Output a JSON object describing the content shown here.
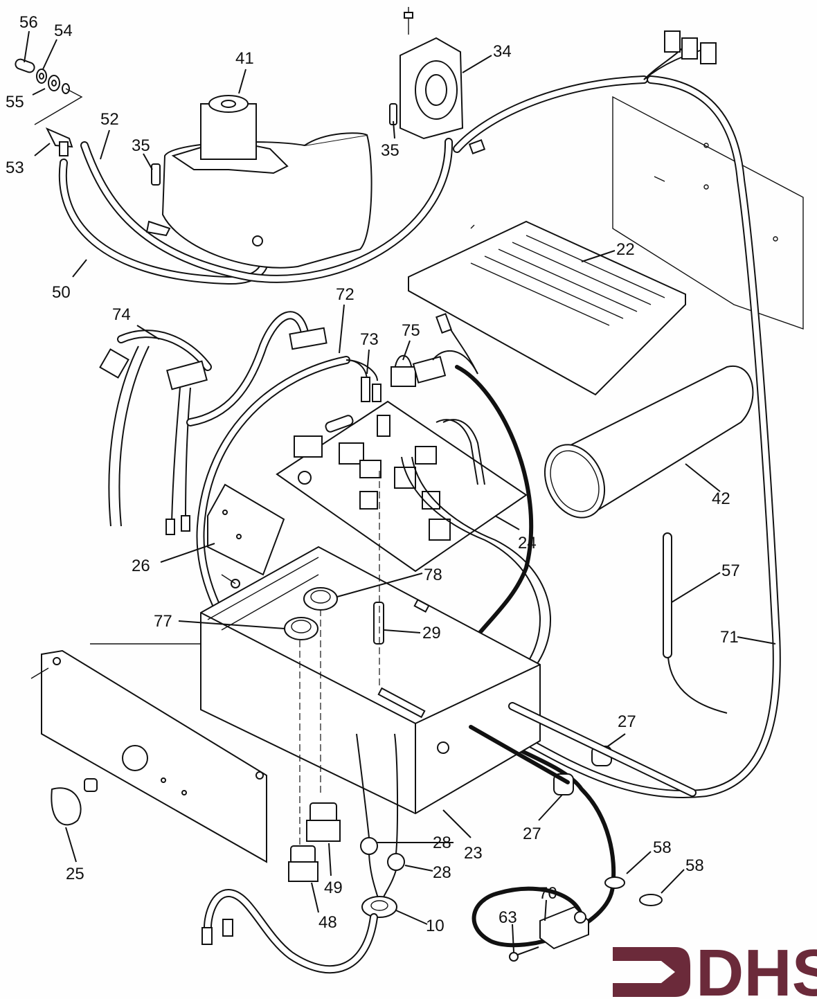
{
  "diagram": {
    "type": "exploded-parts-diagram",
    "brand": {
      "logo_text": "DHS",
      "color": "#6b2a3a"
    },
    "callouts": [
      {
        "id": "56",
        "label": "56"
      },
      {
        "id": "54",
        "label": "54"
      },
      {
        "id": "55",
        "label": "55"
      },
      {
        "id": "52",
        "label": "52"
      },
      {
        "id": "53",
        "label": "53"
      },
      {
        "id": "41",
        "label": "41"
      },
      {
        "id": "35a",
        "label": "35"
      },
      {
        "id": "35b",
        "label": "35"
      },
      {
        "id": "34",
        "label": "34"
      },
      {
        "id": "50",
        "label": "50"
      },
      {
        "id": "22",
        "label": "22"
      },
      {
        "id": "74",
        "label": "74"
      },
      {
        "id": "72",
        "label": "72"
      },
      {
        "id": "73",
        "label": "73"
      },
      {
        "id": "75",
        "label": "75"
      },
      {
        "id": "42",
        "label": "42"
      },
      {
        "id": "24",
        "label": "24"
      },
      {
        "id": "26",
        "label": "26"
      },
      {
        "id": "78",
        "label": "78"
      },
      {
        "id": "57",
        "label": "57"
      },
      {
        "id": "77",
        "label": "77"
      },
      {
        "id": "29",
        "label": "29"
      },
      {
        "id": "71",
        "label": "71"
      },
      {
        "id": "27a",
        "label": "27"
      },
      {
        "id": "27b",
        "label": "27"
      },
      {
        "id": "25",
        "label": "25"
      },
      {
        "id": "23",
        "label": "23"
      },
      {
        "id": "28a",
        "label": "28"
      },
      {
        "id": "28b",
        "label": "28"
      },
      {
        "id": "49",
        "label": "49"
      },
      {
        "id": "58a",
        "label": "58"
      },
      {
        "id": "58b",
        "label": "58"
      },
      {
        "id": "48",
        "label": "48"
      },
      {
        "id": "10",
        "label": "10"
      },
      {
        "id": "70",
        "label": "70"
      },
      {
        "id": "63",
        "label": "63"
      }
    ]
  }
}
